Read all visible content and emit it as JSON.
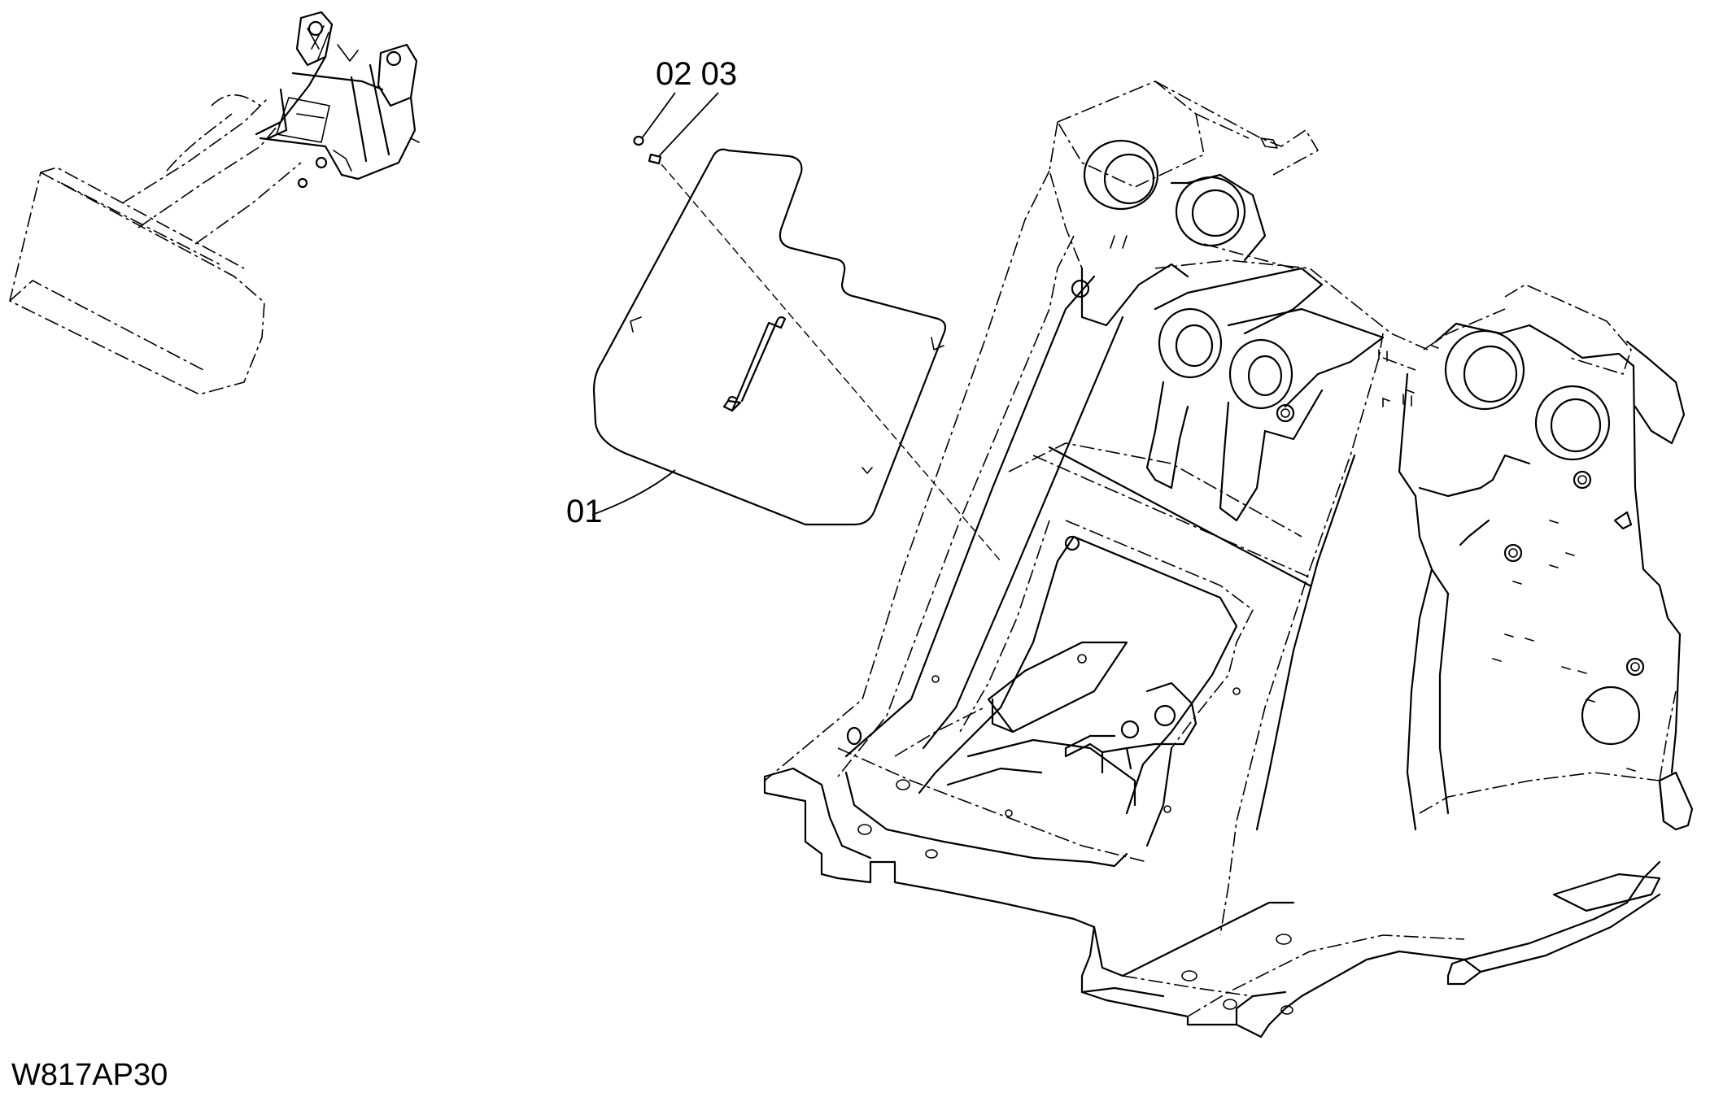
{
  "callouts": {
    "part_01": "01",
    "part_02_03": "02 03"
  },
  "drawing_code": "W817AP30"
}
